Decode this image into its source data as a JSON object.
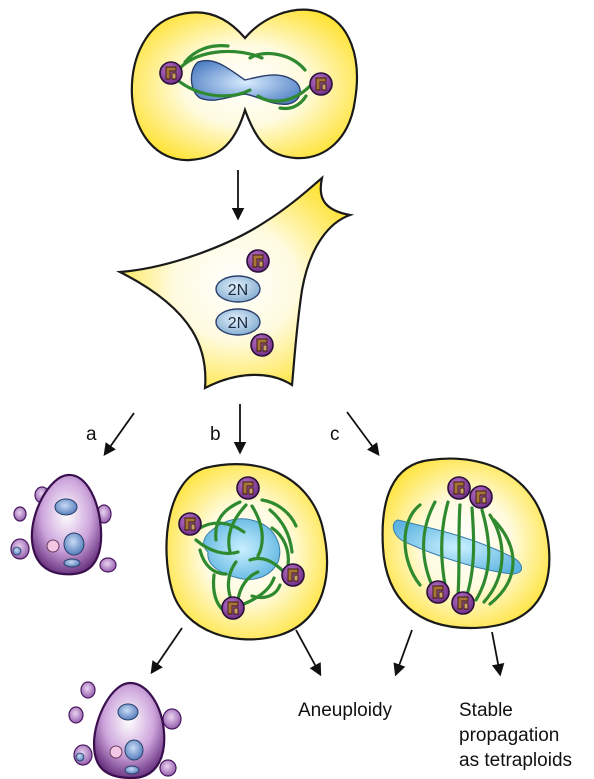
{
  "nucleus_label": "2N",
  "pathway_labels": {
    "a": "a",
    "b": "b",
    "c": "c"
  },
  "outcomes": {
    "aneuploidy": "Aneuploidy",
    "stable_line1": "Stable",
    "stable_line2": "propagation",
    "stable_line3": "as tetraploids"
  },
  "colors": {
    "cytoplasm": "#ffe533",
    "centrosome": "#8a3d9e",
    "microtubule": "#2f8a2f",
    "chromatin": "#6f9bd6",
    "apoptotic": "#7a3d9a"
  }
}
